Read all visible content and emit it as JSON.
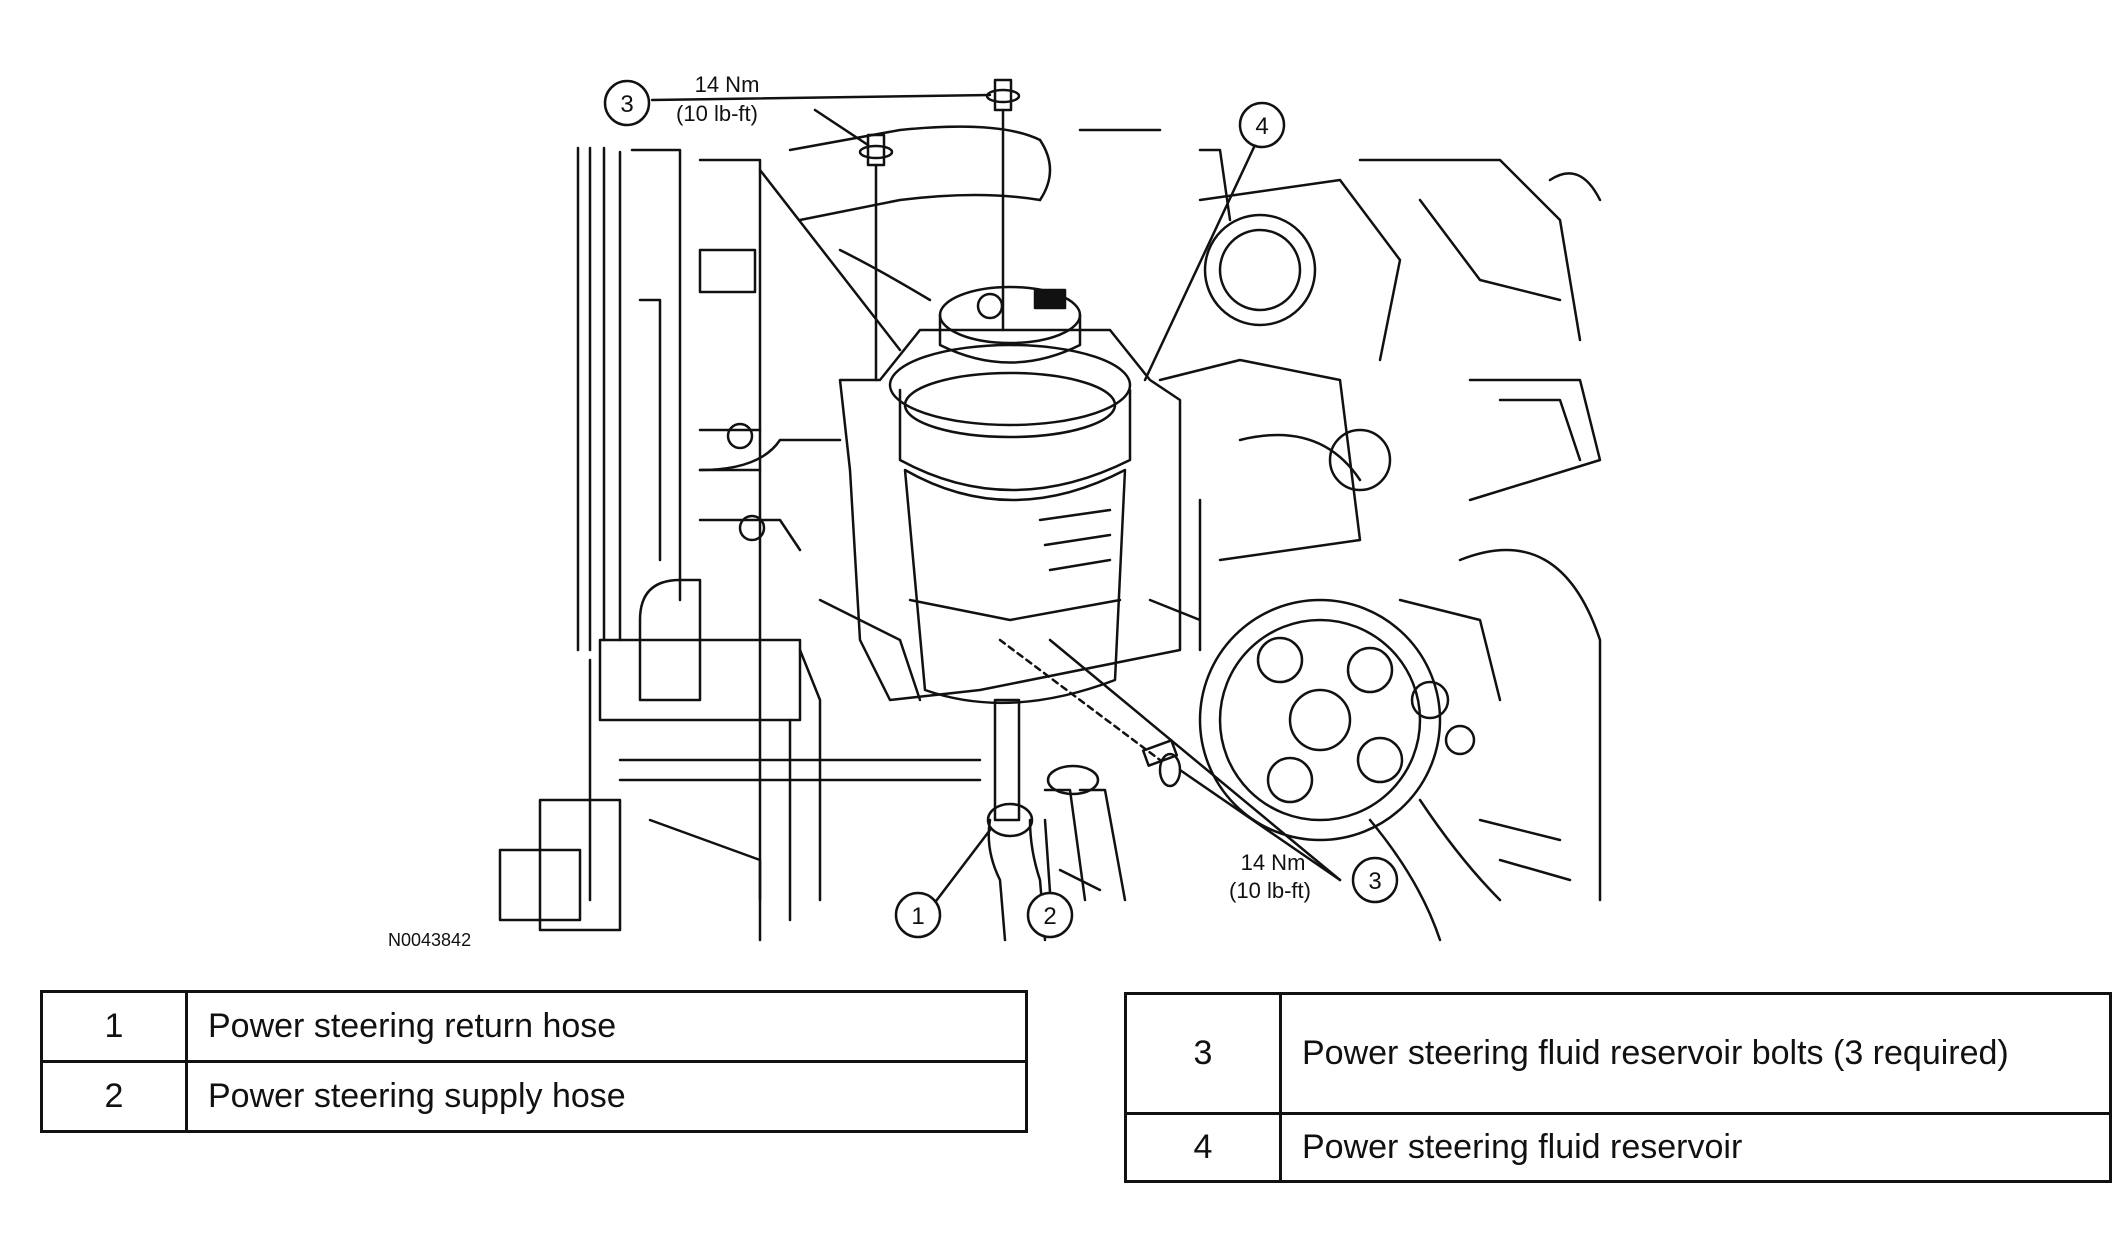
{
  "figure": {
    "id_code": "N0043842",
    "torque_upper": {
      "nm": "14 Nm",
      "lbft": "(10 lb-ft)"
    },
    "torque_lower": {
      "nm": "14 Nm",
      "lbft": "(10 lb-ft)"
    },
    "callouts": [
      "1",
      "2",
      "3",
      "4"
    ]
  },
  "legend": {
    "left": [
      {
        "num": "1",
        "desc": "Power steering return hose"
      },
      {
        "num": "2",
        "desc": "Power steering supply hose"
      }
    ],
    "right": [
      {
        "num": "3",
        "desc": "Power steering fluid reservoir bolts (3 required)"
      },
      {
        "num": "4",
        "desc": "Power steering fluid reservoir"
      }
    ]
  }
}
